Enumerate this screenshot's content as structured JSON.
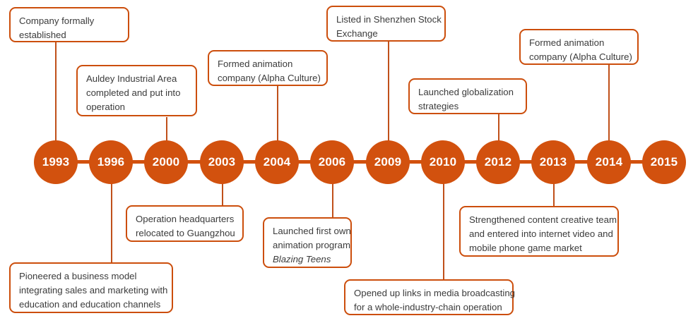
{
  "diagram": {
    "type": "timeline",
    "orientation": "horizontal",
    "accent_color": "#D2510E",
    "box_border_color": "#CC4E0C",
    "text_color": "#3B3B3B",
    "background_color": "#FFFFFF"
  },
  "timeline": {
    "years": [
      {
        "label": "1993"
      },
      {
        "label": "1996"
      },
      {
        "label": "2000"
      },
      {
        "label": "2003"
      },
      {
        "label": "2004"
      },
      {
        "label": "2006"
      },
      {
        "label": "2009"
      },
      {
        "label": "2010"
      },
      {
        "label": "2012"
      },
      {
        "label": "2013"
      },
      {
        "label": "2014"
      },
      {
        "label": "2015"
      }
    ]
  },
  "events": {
    "above": [
      {
        "year": "1993",
        "lines": [
          "Company formally",
          "established"
        ]
      },
      {
        "year": "2000",
        "lines": [
          "Auldey Industrial Area",
          "completed and put into",
          "operation"
        ]
      },
      {
        "year": "2004",
        "lines": [
          "Formed animation",
          "company (Alpha Culture)"
        ]
      },
      {
        "year": "2009",
        "lines": [
          "Listed in Shenzhen Stock",
          "Exchange"
        ]
      },
      {
        "year": "2012",
        "lines": [
          "Launched globalization",
          "strategies"
        ]
      },
      {
        "year": "2014",
        "lines": [
          "Formed animation",
          "company (Alpha Culture)"
        ]
      }
    ],
    "below": [
      {
        "year": "2003",
        "lines": [
          "Operation headquarters",
          "relocated to Guangzhou"
        ]
      },
      {
        "year": "2006",
        "lines": [
          "Launched first own",
          "animation program"
        ],
        "italic_line": "Blazing Teens"
      },
      {
        "year": "2013",
        "lines": [
          "Strengthened content creative team",
          "and entered into internet video and",
          "mobile phone game market"
        ]
      },
      {
        "year": "1996",
        "lines": [
          "Pioneered a business model",
          "integrating sales and marketing with",
          "education and education channels"
        ]
      },
      {
        "year": "2010",
        "lines": [
          "Opened up links in media broadcasting",
          "for a whole-industry-chain operation"
        ]
      }
    ]
  }
}
